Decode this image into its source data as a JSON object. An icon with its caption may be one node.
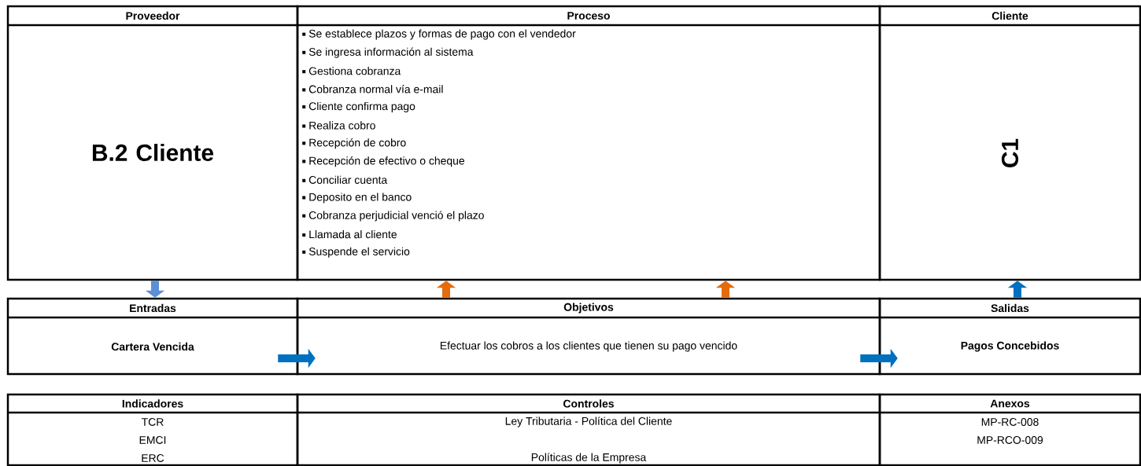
{
  "diagram": {
    "nodes": [
      {
        "text": [
          "Proveedor",
          "B.2 Cliente"
        ]
      },
      {
        "text": [
          "Proceso",
          "Se establece plazos y formas de pago con el vendedor",
          "Se ingresa información al sistema",
          "Gestiona cobranza",
          "Cobranza normal vía e-mail",
          "Cliente confirma pago",
          "Realiza cobro",
          "Recepción de cobro",
          "Recepción de efectivo o cheque",
          "Conciliar cuenta",
          "Deposito en el banco",
          "Cobranza perjudicial venció el plazo",
          "Llamada al cliente",
          "Suspende el servicio"
        ]
      },
      {
        "text": [
          "Cliente",
          "C1"
        ]
      },
      {
        "text": [
          "Entradas",
          "Cartera Vencida"
        ]
      },
      {
        "text": [
          "Objetivos",
          "Efectuar los cobros a los clientes que tienen su pago vencido"
        ]
      },
      {
        "text": [
          "Salidas",
          "Pagos Concebidos"
        ]
      },
      {
        "text": [
          "Indicadores",
          "TCR",
          "EMCI",
          "ERC"
        ]
      },
      {
        "text": [
          "Controles",
          "Ley Tributaria - Política del Cliente",
          "Políticas de la Empresa"
        ]
      },
      {
        "text": [
          "Anexos",
          "MP-RC-008",
          "MP-RCO-009"
        ]
      }
    ],
    "edges": [
      {
        "from": 0,
        "to": 3,
        "arrow": "to",
        "color": "#5b8fd6"
      },
      {
        "from": 4,
        "to": 1,
        "arrow": "to",
        "color": "#e46c0a"
      },
      {
        "from": 4,
        "to": 1,
        "arrow": "to",
        "color": "#e46c0a"
      },
      {
        "from": 5,
        "to": 2,
        "arrow": "to"
      },
      {
        "from": 3,
        "to": 4,
        "arrow": "to"
      },
      {
        "from": 4,
        "to": 5,
        "arrow": "to"
      }
    ]
  }
}
